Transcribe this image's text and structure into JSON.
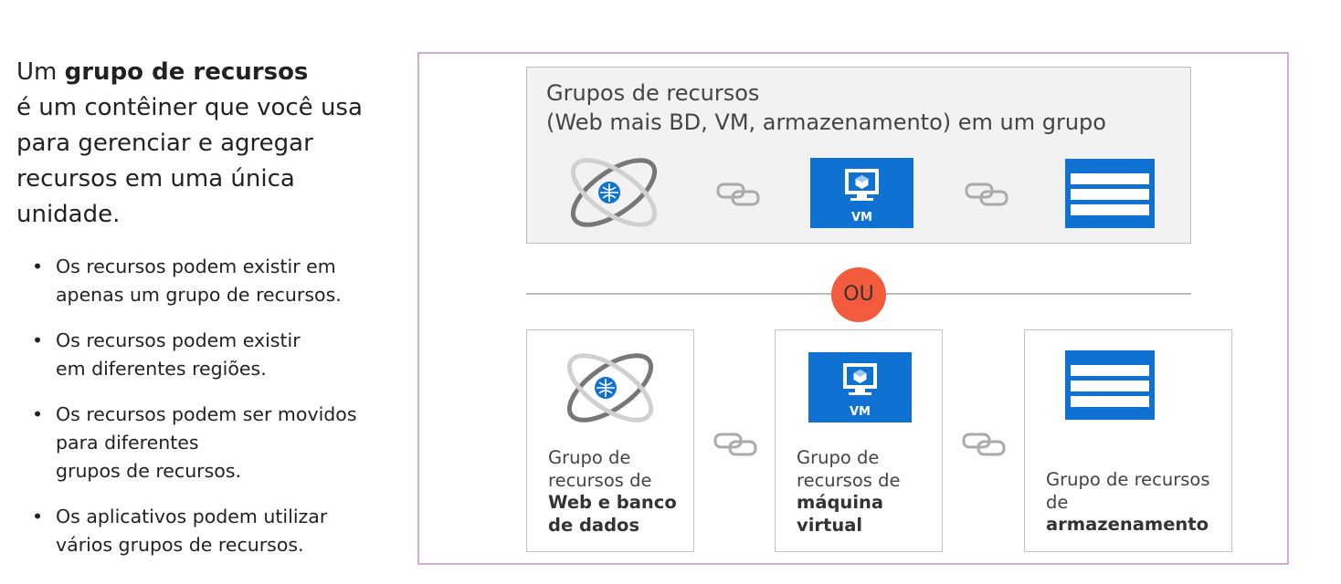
{
  "intro": {
    "prefix": "Um ",
    "bold": "grupo de recursos",
    "line2": "é um contêiner que você usa",
    "line3": "para gerenciar e agregar",
    "line4": "recursos em uma única",
    "line5": "unidade."
  },
  "bullets": [
    {
      "l1": "Os recursos podem existir em",
      "l2": "apenas um grupo de recursos.",
      "l3": ""
    },
    {
      "l1": "Os recursos podem existir",
      "l2": "em diferentes regiões.",
      "l3": ""
    },
    {
      "l1": "Os recursos podem ser movidos",
      "l2": "para diferentes",
      "l3": "grupos de recursos."
    },
    {
      "l1": "Os aplicativos podem utilizar",
      "l2": "vários grupos de recursos.",
      "l3": ""
    }
  ],
  "diagram": {
    "top_title_line1": "Grupos de recursos",
    "top_title_line2": "(Web mais BD, VM, armazenamento) em um grupo",
    "or_label": "OU",
    "vm_label": "VM",
    "cards": [
      {
        "l1": "Grupo de",
        "l2": "recursos de",
        "b1": "Web e banco",
        "b2": "de dados"
      },
      {
        "l1": "Grupo de",
        "l2": "recursos de",
        "b1": "máquina",
        "b2": "virtual"
      },
      {
        "l1": "Grupo de recursos",
        "l2": "de",
        "b1": "armazenamento",
        "b2": ""
      }
    ]
  },
  "colors": {
    "frame": "#d8a8dc",
    "azure_blue": "#0f71d1",
    "or_circle": "#f25b3c"
  },
  "icons": [
    "web-globe-orbit-icon",
    "link-icon",
    "virtual-machine-icon",
    "storage-table-icon"
  ]
}
